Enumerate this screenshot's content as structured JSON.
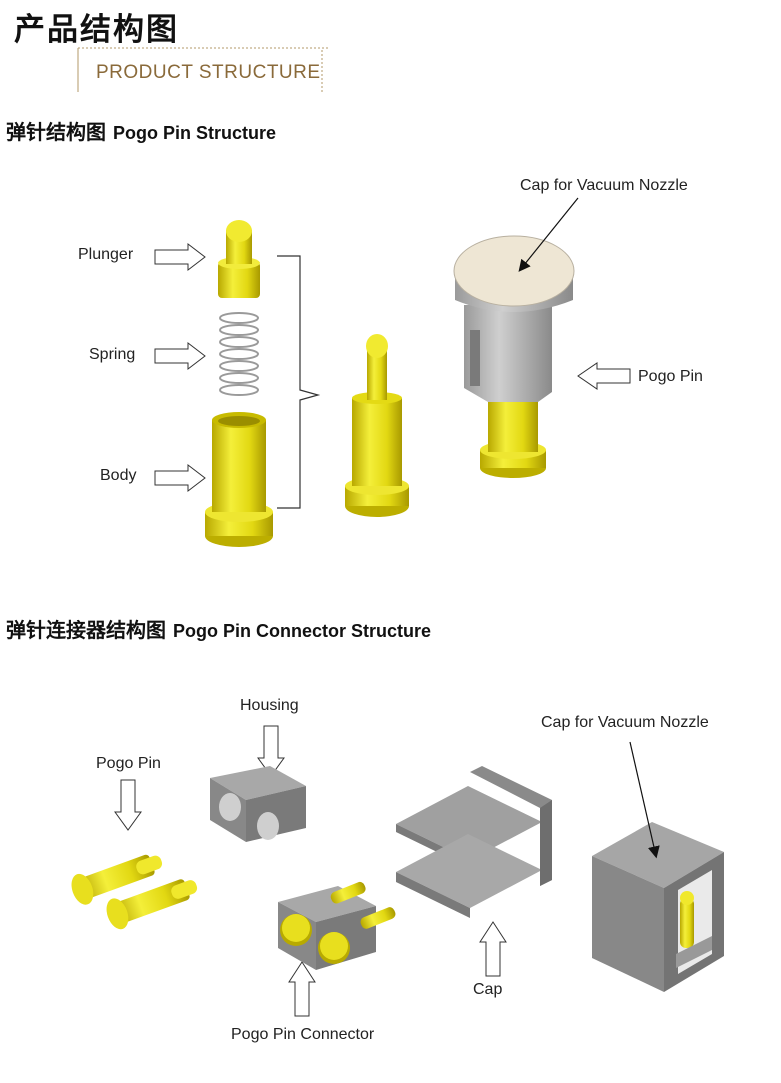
{
  "header": {
    "title": "产品结构图",
    "subtitle": "PRODUCT STRUCTURE"
  },
  "section1": {
    "title_cn": "弹针结构图",
    "title_en": "Pogo Pin Structure",
    "labels": {
      "plunger": "Plunger",
      "spring": "Spring",
      "body": "Body",
      "cap": "Cap for Vacuum Nozzle",
      "pogo_pin": "Pogo  Pin"
    }
  },
  "section2": {
    "title_cn": "弹针连接器结构图",
    "title_en": "Pogo Pin Connector Structure",
    "labels": {
      "housing": "Housing",
      "pogo_pin": "Pogo Pin",
      "cap_vacuum": "Cap for Vacuum Nozzle",
      "cap": "Cap",
      "connector": "Pogo Pin Connector"
    }
  },
  "colors": {
    "gold": "#e6e01a",
    "gold_dark": "#c9b800",
    "gray": "#8e8e8e",
    "gray_dark": "#6e6e6e",
    "cream": "#efe7d6",
    "accent": "#8a6a3a"
  }
}
